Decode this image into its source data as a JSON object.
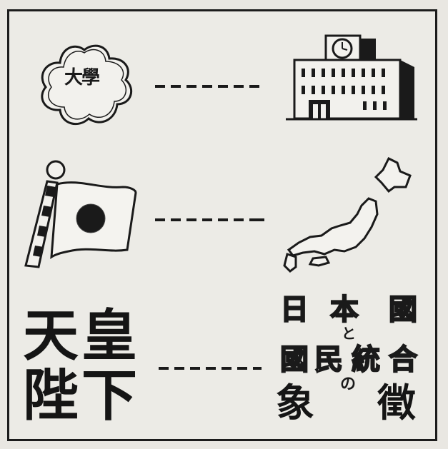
{
  "left_column": {
    "emblem_text": "大學",
    "emperor_line1": "天皇",
    "emperor_line2": "陛下"
  },
  "right_column": {
    "symbol_line1_chars": [
      "日",
      "本",
      "國"
    ],
    "connector_to": "と",
    "symbol_line2_chars": [
      "國",
      "民",
      "統",
      "合"
    ],
    "connector_of": "の",
    "symbol_line3_chars": [
      "象",
      "徵"
    ]
  },
  "icons": {
    "row1_left": "university-emblem-icon",
    "row1_right": "university-building-icon",
    "row2_left": "japan-flag-icon",
    "row2_right": "japan-map-icon"
  },
  "colors": {
    "ink": "#1a1a1a",
    "paper": "#ecebe6"
  }
}
